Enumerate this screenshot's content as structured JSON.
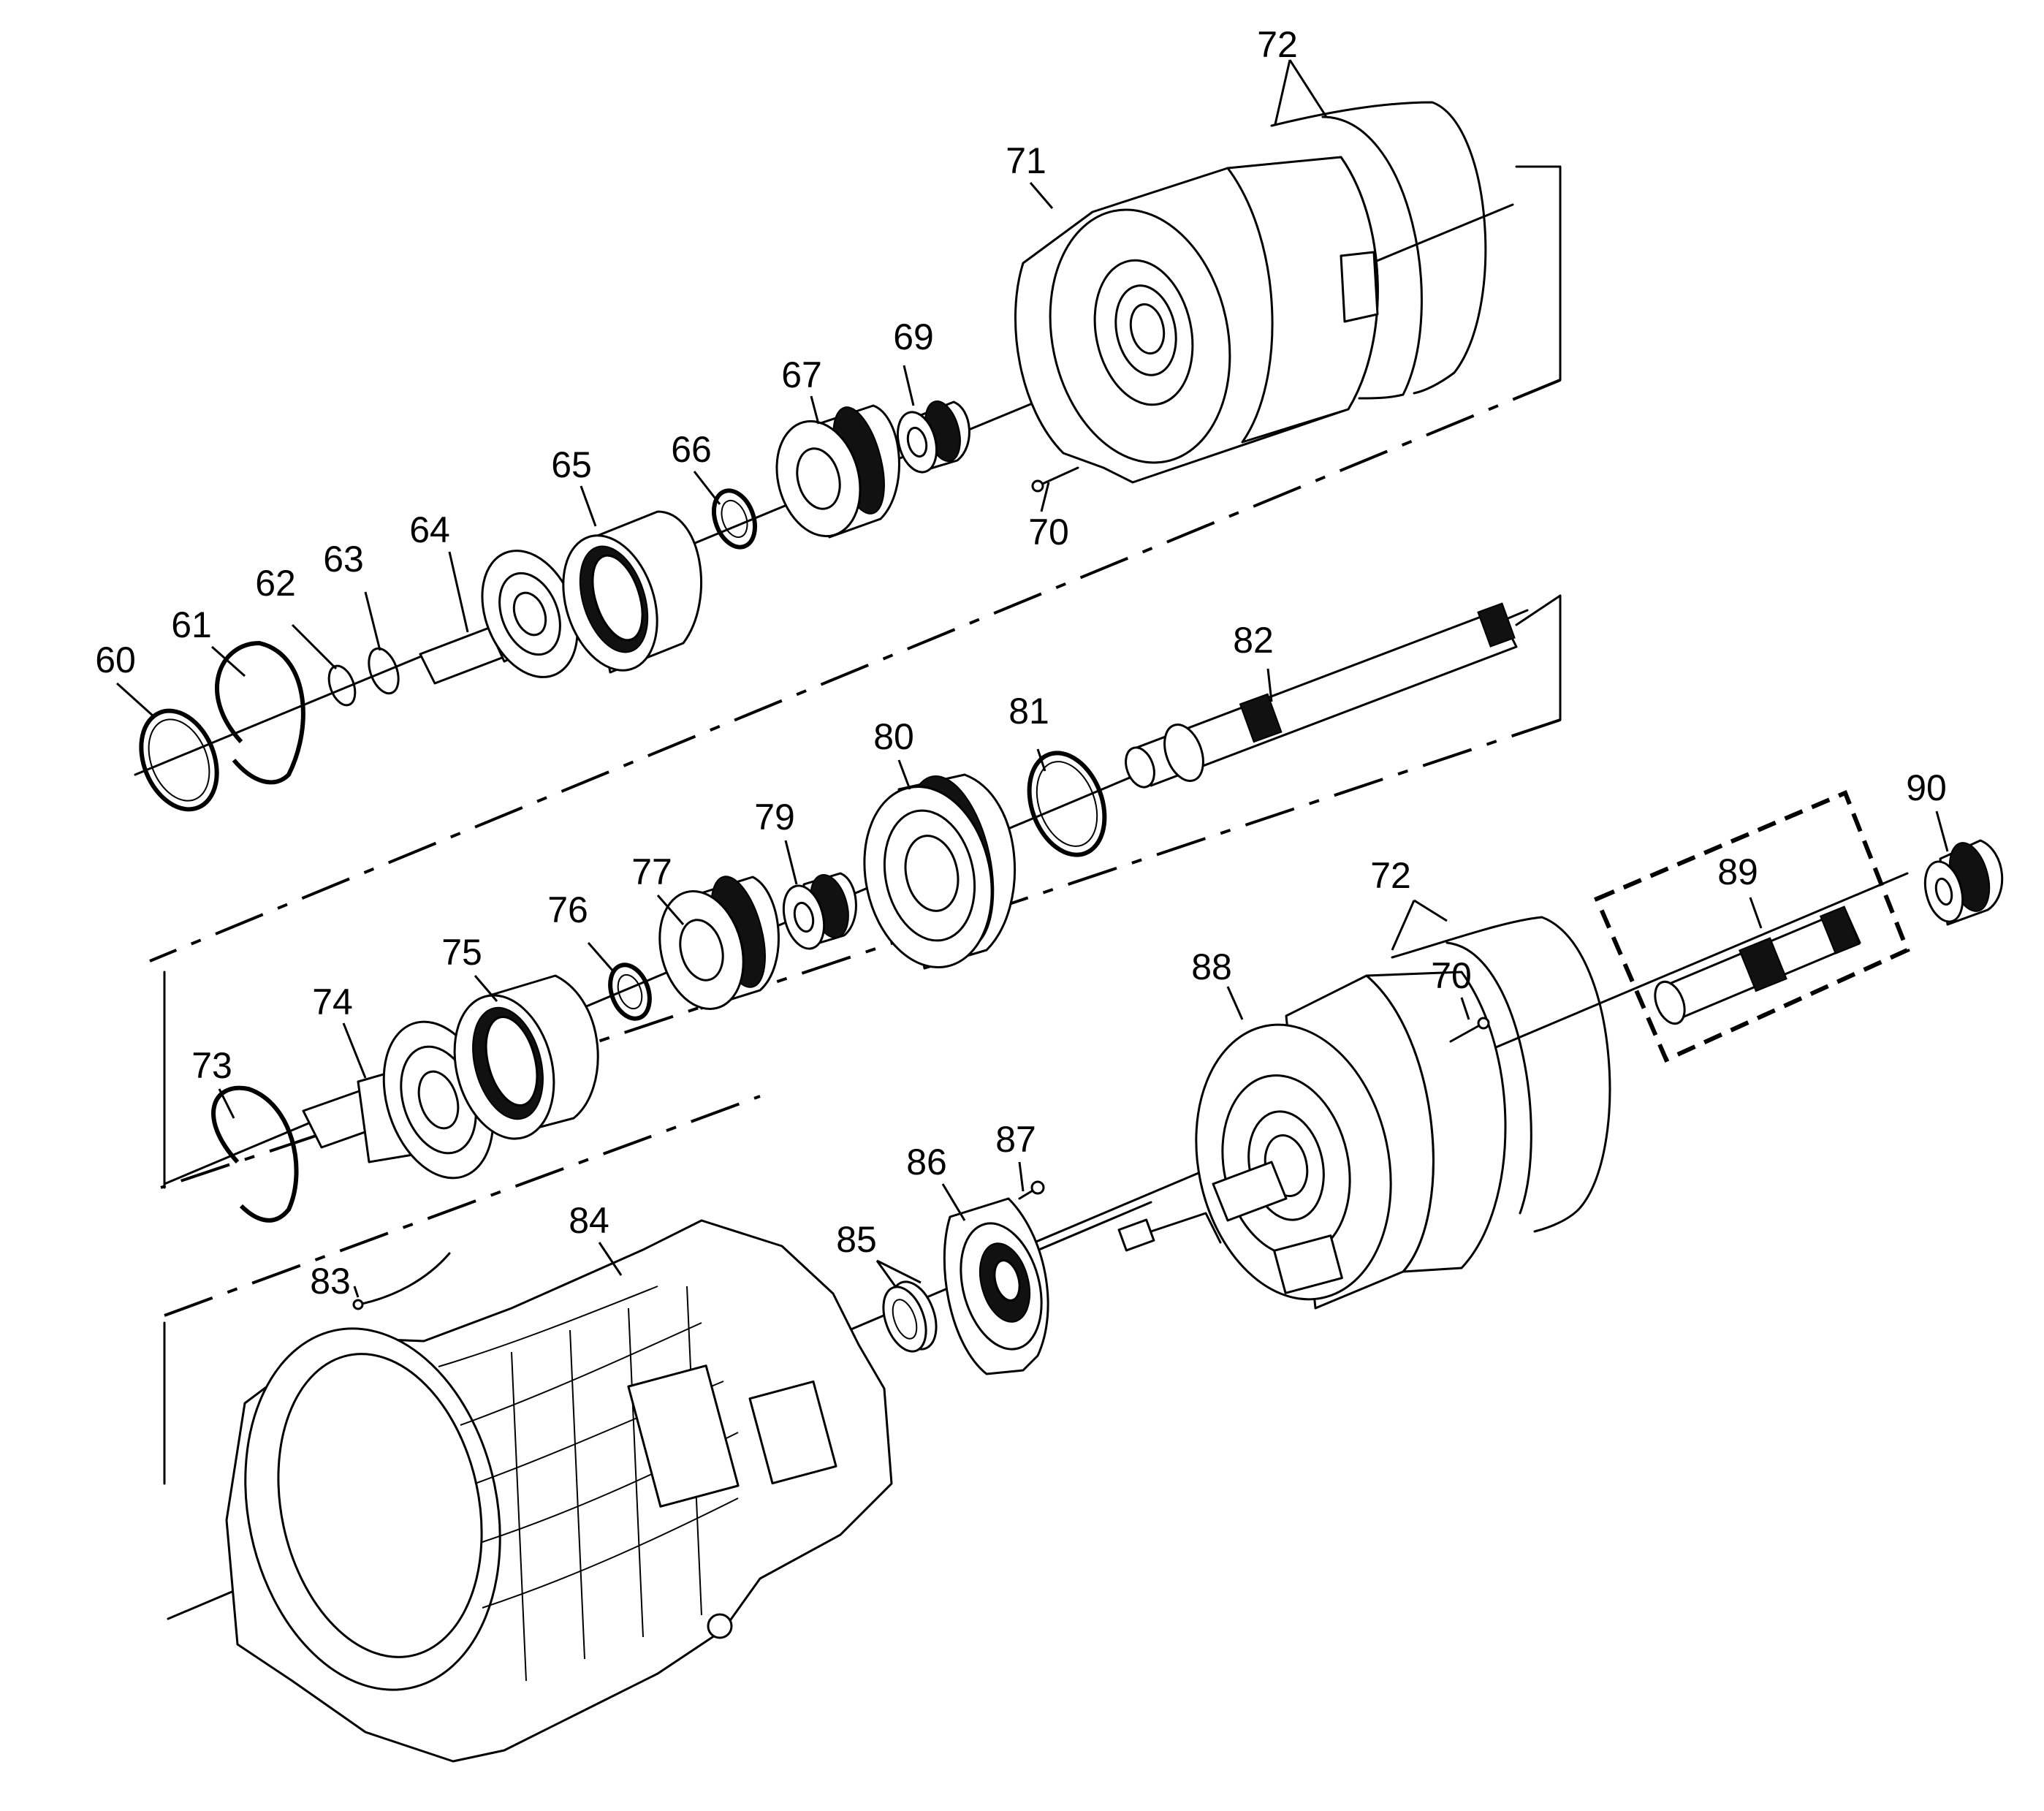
{
  "diagram": {
    "callouts": [
      {
        "id": "c60",
        "label": "60"
      },
      {
        "id": "c61",
        "label": "61"
      },
      {
        "id": "c62",
        "label": "62"
      },
      {
        "id": "c63",
        "label": "63"
      },
      {
        "id": "c64",
        "label": "64"
      },
      {
        "id": "c65",
        "label": "65"
      },
      {
        "id": "c66",
        "label": "66"
      },
      {
        "id": "c67",
        "label": "67"
      },
      {
        "id": "c69",
        "label": "69"
      },
      {
        "id": "c70a",
        "label": "70"
      },
      {
        "id": "c71",
        "label": "71"
      },
      {
        "id": "c72a",
        "label": "72"
      },
      {
        "id": "c73",
        "label": "73"
      },
      {
        "id": "c74",
        "label": "74"
      },
      {
        "id": "c75",
        "label": "75"
      },
      {
        "id": "c76",
        "label": "76"
      },
      {
        "id": "c77",
        "label": "77"
      },
      {
        "id": "c79",
        "label": "79"
      },
      {
        "id": "c80",
        "label": "80"
      },
      {
        "id": "c81",
        "label": "81"
      },
      {
        "id": "c82",
        "label": "82"
      },
      {
        "id": "c72b",
        "label": "72"
      },
      {
        "id": "c88",
        "label": "88"
      },
      {
        "id": "c70b",
        "label": "70"
      },
      {
        "id": "c89",
        "label": "89"
      },
      {
        "id": "c90",
        "label": "90"
      },
      {
        "id": "c83",
        "label": "83"
      },
      {
        "id": "c84",
        "label": "84"
      },
      {
        "id": "c85",
        "label": "85"
      },
      {
        "id": "c86",
        "label": "86"
      },
      {
        "id": "c87",
        "label": "87"
      }
    ]
  }
}
